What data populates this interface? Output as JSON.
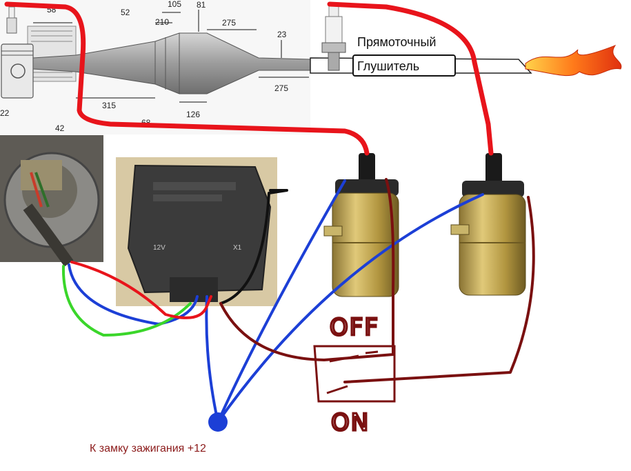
{
  "exhaust": {
    "dims": [
      "58",
      "52",
      "105",
      "210",
      "81",
      "275",
      "23",
      "275",
      "315",
      "126",
      "68",
      "42",
      "22"
    ],
    "label_line1": "Прямоточный",
    "label_line2": "Глушитель"
  },
  "module": {
    "voltage": "12V",
    "connector": "X1"
  },
  "switch": {
    "off_label": "OFF",
    "on_label": "ON"
  },
  "caption": "К замку зажигания +12",
  "colors": {
    "hv_wire": "#e8141b",
    "blue_wire": "#1c3fd6",
    "dark_red_wire": "#7a1010",
    "green_wire": "#3ad62a",
    "black_wire": "#111111",
    "coil": "#b89a4a"
  }
}
